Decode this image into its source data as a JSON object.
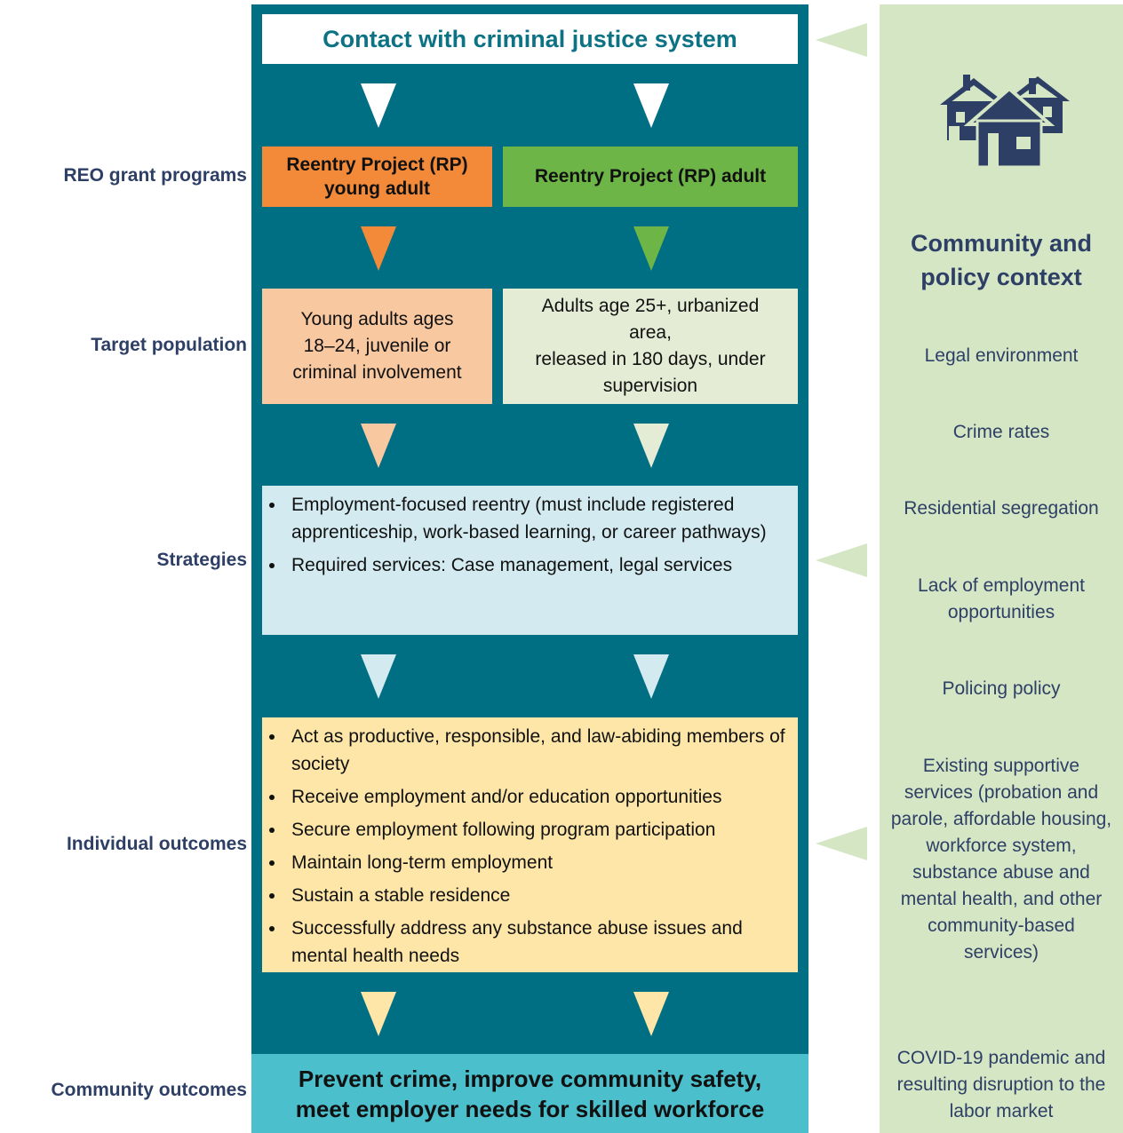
{
  "header": {
    "contact": "Contact with criminal justice system"
  },
  "row_labels": {
    "programs": "REO grant programs",
    "target": "Target population",
    "strategies": "Strategies",
    "individual": "Individual outcomes",
    "community": "Community outcomes"
  },
  "programs": {
    "young_line1": "Reentry Project (RP)",
    "young_line2": "young adult",
    "adult": "Reentry Project (RP) adult"
  },
  "target": {
    "young": [
      "Young adults ages",
      "18–24, juvenile or",
      "criminal involvement"
    ],
    "adult": [
      "Adults age 25+, urbanized",
      "area,",
      "released in 180 days, under",
      "supervision"
    ]
  },
  "strategies": [
    "Employment-focused reentry (must include registered apprenticeship, work-based learning, or career pathways)",
    "Required services: Case management, legal services"
  ],
  "individual_outcomes": [
    "Act as productive, responsible, and law-abiding members of society",
    "Receive employment and/or education opportunities",
    "Secure employment following program participation",
    "Maintain long-term employment",
    "Sustain a stable residence",
    "Successfully address any substance abuse issues and mental health needs"
  ],
  "community_outcome": {
    "line1": "Prevent crime, improve community safety,",
    "line2": "meet employer needs for skilled workforce"
  },
  "context": {
    "title_line1": "Community and",
    "title_line2": "policy context",
    "items": [
      "Legal environment",
      "Crime rates",
      "Residential segregation",
      "Lack of employment opportunities",
      "Policing policy",
      "Existing supportive services (probation and parole, affordable housing, workforce system, substance abuse and mental health, and other community-based services)",
      "COVID-19 pandemic and resulting disruption to the labor market"
    ]
  },
  "icons": {
    "houses": "houses-icon",
    "context_pointer": "left-triangle-icon",
    "flow_arrow": "down-triangle-icon"
  },
  "colors": {
    "panel_teal": "#006e83",
    "orange": "#f28a3a",
    "green": "#6eb548",
    "peach": "#f8c8a0",
    "pale_green": "#e5ecd6",
    "light_blue": "#d3ebf0",
    "light_yellow": "#fde6a8",
    "cyan": "#4bbfcc",
    "context_bg": "#d5e6c5",
    "navy_text": "#2e3f66"
  }
}
